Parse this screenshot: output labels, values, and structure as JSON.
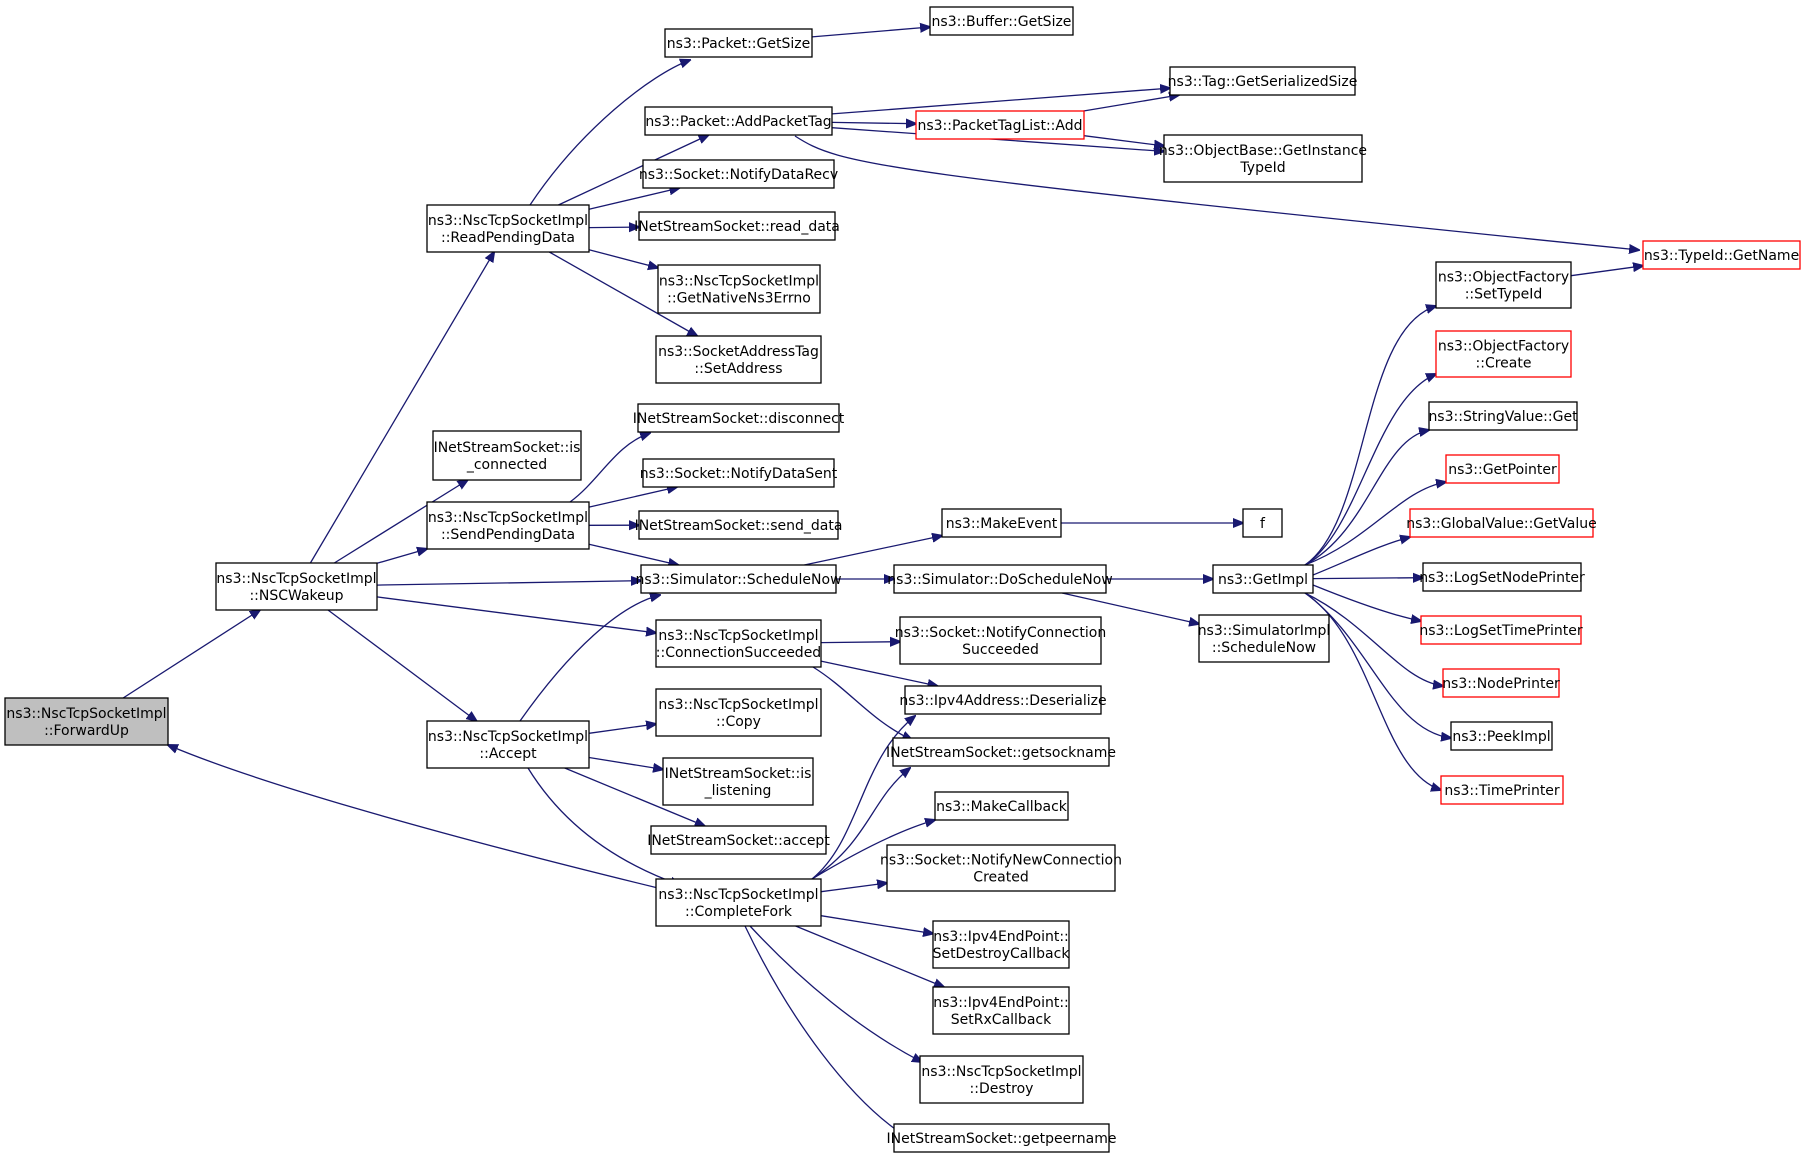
{
  "colors": {
    "edge": "#191970",
    "box_border": "#000000",
    "box_border_truncated": "#ff0000",
    "box_fill": "#ffffff",
    "root_fill": "#bfbfbf"
  },
  "nodes": [
    {
      "id": "forwardup",
      "lines": [
        "ns3::NscTcpSocketImpl",
        "::ForwardUp"
      ],
      "root": true
    },
    {
      "id": "nscwakeup",
      "lines": [
        "ns3::NscTcpSocketImpl",
        "::NSCWakeup"
      ]
    },
    {
      "id": "readpending",
      "lines": [
        "ns3::NscTcpSocketImpl",
        "::ReadPendingData"
      ]
    },
    {
      "id": "isconnected",
      "lines": [
        "INetStreamSocket::is",
        "_connected"
      ]
    },
    {
      "id": "sendpending",
      "lines": [
        "ns3::NscTcpSocketImpl",
        "::SendPendingData"
      ]
    },
    {
      "id": "accept",
      "lines": [
        "ns3::NscTcpSocketImpl",
        "::Accept"
      ]
    },
    {
      "id": "packetgetsize",
      "lines": [
        "ns3::Packet::GetSize"
      ]
    },
    {
      "id": "addpackettag",
      "lines": [
        "ns3::Packet::AddPacketTag"
      ]
    },
    {
      "id": "notifydatarecv",
      "lines": [
        "ns3::Socket::NotifyDataRecv"
      ]
    },
    {
      "id": "readdata",
      "lines": [
        "INetStreamSocket::read_data"
      ]
    },
    {
      "id": "getnativeerrno",
      "lines": [
        "ns3::NscTcpSocketImpl",
        "::GetNativeNs3Errno"
      ]
    },
    {
      "id": "setaddress",
      "lines": [
        "ns3::SocketAddressTag",
        "::SetAddress"
      ]
    },
    {
      "id": "disconnect",
      "lines": [
        "INetStreamSocket::disconnect"
      ]
    },
    {
      "id": "notifydatasent",
      "lines": [
        "ns3::Socket::NotifyDataSent"
      ]
    },
    {
      "id": "senddata",
      "lines": [
        "INetStreamSocket::send_data"
      ]
    },
    {
      "id": "schedulenow",
      "lines": [
        "ns3::Simulator::ScheduleNow"
      ]
    },
    {
      "id": "connsucceeded",
      "lines": [
        "ns3::NscTcpSocketImpl",
        "::ConnectionSucceeded"
      ]
    },
    {
      "id": "copy",
      "lines": [
        "ns3::NscTcpSocketImpl",
        "::Copy"
      ]
    },
    {
      "id": "islistening",
      "lines": [
        "INetStreamSocket::is",
        "_listening"
      ]
    },
    {
      "id": "inetaccept",
      "lines": [
        "INetStreamSocket::accept"
      ]
    },
    {
      "id": "completefork",
      "lines": [
        "ns3::NscTcpSocketImpl",
        "::CompleteFork"
      ]
    },
    {
      "id": "buffergetsize",
      "lines": [
        "ns3::Buffer::GetSize"
      ]
    },
    {
      "id": "taggetsersize",
      "lines": [
        "ns3::Tag::GetSerializedSize"
      ]
    },
    {
      "id": "packettaglistadd",
      "lines": [
        "ns3::PacketTagList::Add"
      ],
      "truncated": true
    },
    {
      "id": "getinstancetypeid",
      "lines": [
        "ns3::ObjectBase::GetInstance",
        "TypeId"
      ]
    },
    {
      "id": "typeidgetname",
      "lines": [
        "ns3::TypeId::GetName"
      ],
      "truncated": true
    },
    {
      "id": "makeevent",
      "lines": [
        "ns3::MakeEvent"
      ]
    },
    {
      "id": "f",
      "lines": [
        "f"
      ]
    },
    {
      "id": "doschedulenow",
      "lines": [
        "ns3::Simulator::DoScheduleNow"
      ]
    },
    {
      "id": "getimpl",
      "lines": [
        "ns3::GetImpl"
      ]
    },
    {
      "id": "simimplschedulenow",
      "lines": [
        "ns3::SimulatorImpl",
        "::ScheduleNow"
      ]
    },
    {
      "id": "notifyconnsucceeded",
      "lines": [
        "ns3::Socket::NotifyConnection",
        "Succeeded"
      ]
    },
    {
      "id": "ipv4deserialize",
      "lines": [
        "ns3::Ipv4Address::Deserialize"
      ]
    },
    {
      "id": "getsockname",
      "lines": [
        "INetStreamSocket::getsockname"
      ]
    },
    {
      "id": "makecallback",
      "lines": [
        "ns3::MakeCallback"
      ]
    },
    {
      "id": "notifynewconn",
      "lines": [
        "ns3::Socket::NotifyNewConnection",
        "Created"
      ]
    },
    {
      "id": "setdestroycb",
      "lines": [
        "ns3::Ipv4EndPoint::",
        "SetDestroyCallback"
      ]
    },
    {
      "id": "setrxcb",
      "lines": [
        "ns3::Ipv4EndPoint::",
        "SetRxCallback"
      ]
    },
    {
      "id": "destroy",
      "lines": [
        "ns3::NscTcpSocketImpl",
        "::Destroy"
      ]
    },
    {
      "id": "getpeername",
      "lines": [
        "INetStreamSocket::getpeername"
      ]
    },
    {
      "id": "ofsettypeid",
      "lines": [
        "ns3::ObjectFactory",
        "::SetTypeId"
      ]
    },
    {
      "id": "ofcreate",
      "lines": [
        "ns3::ObjectFactory",
        "::Create"
      ],
      "truncated": true
    },
    {
      "id": "stringvalueget",
      "lines": [
        "ns3::StringValue::Get"
      ]
    },
    {
      "id": "getpointer",
      "lines": [
        "ns3::GetPointer"
      ],
      "truncated": true
    },
    {
      "id": "globalvaluegetvalue",
      "lines": [
        "ns3::GlobalValue::GetValue"
      ],
      "truncated": true
    },
    {
      "id": "logsetnodeprinter",
      "lines": [
        "ns3::LogSetNodePrinter"
      ]
    },
    {
      "id": "logsettimeprinter",
      "lines": [
        "ns3::LogSetTimePrinter"
      ],
      "truncated": true
    },
    {
      "id": "nodeprinter",
      "lines": [
        "ns3::NodePrinter"
      ],
      "truncated": true
    },
    {
      "id": "peekimpl",
      "lines": [
        "ns3::PeekImpl"
      ]
    },
    {
      "id": "timeprinter",
      "lines": [
        "ns3::TimePrinter"
      ],
      "truncated": true
    }
  ],
  "edges": [
    [
      "forwardup",
      "nscwakeup"
    ],
    [
      "completefork",
      "forwardup"
    ],
    [
      "nscwakeup",
      "readpending"
    ],
    [
      "nscwakeup",
      "isconnected"
    ],
    [
      "nscwakeup",
      "sendpending"
    ],
    [
      "nscwakeup",
      "schedulenow"
    ],
    [
      "nscwakeup",
      "connsucceeded"
    ],
    [
      "nscwakeup",
      "accept"
    ],
    [
      "readpending",
      "packetgetsize"
    ],
    [
      "readpending",
      "addpackettag"
    ],
    [
      "readpending",
      "notifydatarecv"
    ],
    [
      "readpending",
      "readdata"
    ],
    [
      "readpending",
      "getnativeerrno"
    ],
    [
      "readpending",
      "setaddress"
    ],
    [
      "packetgetsize",
      "buffergetsize"
    ],
    [
      "addpackettag",
      "taggetsersize"
    ],
    [
      "addpackettag",
      "packettaglistadd"
    ],
    [
      "addpackettag",
      "getinstancetypeid"
    ],
    [
      "addpackettag",
      "typeidgetname"
    ],
    [
      "packettaglistadd",
      "taggetsersize"
    ],
    [
      "packettaglistadd",
      "getinstancetypeid"
    ],
    [
      "sendpending",
      "disconnect"
    ],
    [
      "sendpending",
      "notifydatasent"
    ],
    [
      "sendpending",
      "senddata"
    ],
    [
      "sendpending",
      "schedulenow"
    ],
    [
      "schedulenow",
      "makeevent"
    ],
    [
      "schedulenow",
      "doschedulenow"
    ],
    [
      "makeevent",
      "f"
    ],
    [
      "doschedulenow",
      "getimpl"
    ],
    [
      "doschedulenow",
      "simimplschedulenow"
    ],
    [
      "connsucceeded",
      "notifyconnsucceeded"
    ],
    [
      "connsucceeded",
      "ipv4deserialize"
    ],
    [
      "connsucceeded",
      "getsockname"
    ],
    [
      "accept",
      "schedulenow"
    ],
    [
      "accept",
      "copy"
    ],
    [
      "accept",
      "islistening"
    ],
    [
      "accept",
      "inetaccept"
    ],
    [
      "accept",
      "completefork"
    ],
    [
      "completefork",
      "ipv4deserialize"
    ],
    [
      "completefork",
      "getsockname"
    ],
    [
      "completefork",
      "makecallback"
    ],
    [
      "completefork",
      "notifynewconn"
    ],
    [
      "completefork",
      "setdestroycb"
    ],
    [
      "completefork",
      "setrxcb"
    ],
    [
      "completefork",
      "destroy"
    ],
    [
      "completefork",
      "getpeername"
    ],
    [
      "getimpl",
      "ofsettypeid"
    ],
    [
      "getimpl",
      "ofcreate"
    ],
    [
      "getimpl",
      "stringvalueget"
    ],
    [
      "getimpl",
      "getpointer"
    ],
    [
      "getimpl",
      "globalvaluegetvalue"
    ],
    [
      "getimpl",
      "logsetnodeprinter"
    ],
    [
      "getimpl",
      "logsettimeprinter"
    ],
    [
      "getimpl",
      "nodeprinter"
    ],
    [
      "getimpl",
      "peekimpl"
    ],
    [
      "getimpl",
      "timeprinter"
    ],
    [
      "ofsettypeid",
      "typeidgetname"
    ]
  ]
}
